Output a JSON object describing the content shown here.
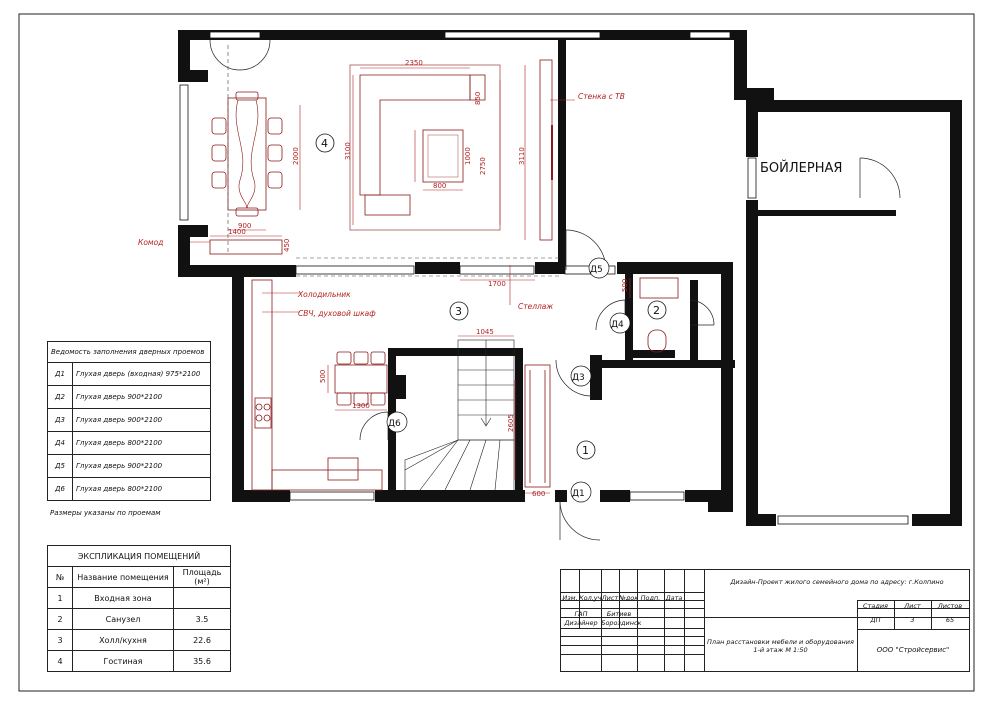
{
  "room_title": "БОЙЛЕРНАЯ",
  "room_numbers": [
    "1",
    "2",
    "3",
    "4"
  ],
  "doors": [
    "Д1",
    "Д3",
    "Д4",
    "Д5",
    "Д6"
  ],
  "dimensions": {
    "living_w": "2350",
    "sofa_small": "850",
    "living_h": "3100",
    "living_h2": "3110",
    "table_h": "1000",
    "table_w": "800",
    "rug_h": "2750",
    "dining_h": "2000",
    "dining_w": "1400",
    "dining_w2": "900",
    "commode_d": "450",
    "shelf_w": "1700",
    "bath_d": "500",
    "stair_w": "1045",
    "kitchen_table_h": "500",
    "kitchen_table_w": "1300",
    "stair_h": "2605",
    "stair_bottom": "600"
  },
  "labels": {
    "tv_wall": "Стенка с ТВ",
    "commode": "Комод",
    "fridge": "Холодильник",
    "oven": "СВЧ, духовой шкаф",
    "shelf": "Стеллаж"
  },
  "doors_table": {
    "title": "Ведомость заполнения дверных проемов",
    "rows": [
      {
        "num": "Д1",
        "desc": "Глухая дверь (входная) 975*2100"
      },
      {
        "num": "Д2",
        "desc": "Глухая дверь 900*2100"
      },
      {
        "num": "Д3",
        "desc": "Глухая дверь 900*2100"
      },
      {
        "num": "Д4",
        "desc": "Глухая дверь 800*2100"
      },
      {
        "num": "Д5",
        "desc": "Глухая дверь 900*2100"
      },
      {
        "num": "Д6",
        "desc": "Глухая дверь 800*2100"
      }
    ],
    "note": "Размеры указаны по проемам"
  },
  "rooms_table": {
    "title": "ЭКСПЛИКАЦИЯ ПОМЕЩЕНИЙ",
    "headers": [
      "№",
      "Название помещения",
      "Площадь (м²)"
    ],
    "rows": [
      {
        "num": "1",
        "name": "Входная зона",
        "area": ""
      },
      {
        "num": "2",
        "name": "Санузел",
        "area": "3.5"
      },
      {
        "num": "3",
        "name": "Холл/кухня",
        "area": "22.6"
      },
      {
        "num": "4",
        "name": "Гостиная",
        "area": "35.6"
      }
    ]
  },
  "stamp": {
    "cols": [
      "Изм.",
      "Кол.уч",
      "Лист",
      "№док",
      "Подп.",
      "Дата"
    ],
    "gap_label": "ГАП",
    "gap_name": "Битиев",
    "designer_label": "Дизайнер",
    "designer_name": "Бороздинский",
    "project_title": "Дизайн-Проект жилого семейного дома по адресу: г.Колпино",
    "sheet_title": "План расстановки мебели и оборудования 1-й этаж М 1:50",
    "stage_label": "Стадия",
    "stage": "ДП",
    "sheet_label": "Лист",
    "sheet": "3",
    "sheets_label": "Листов",
    "sheets": "65",
    "company": "ООО \"Стройсервис\""
  }
}
